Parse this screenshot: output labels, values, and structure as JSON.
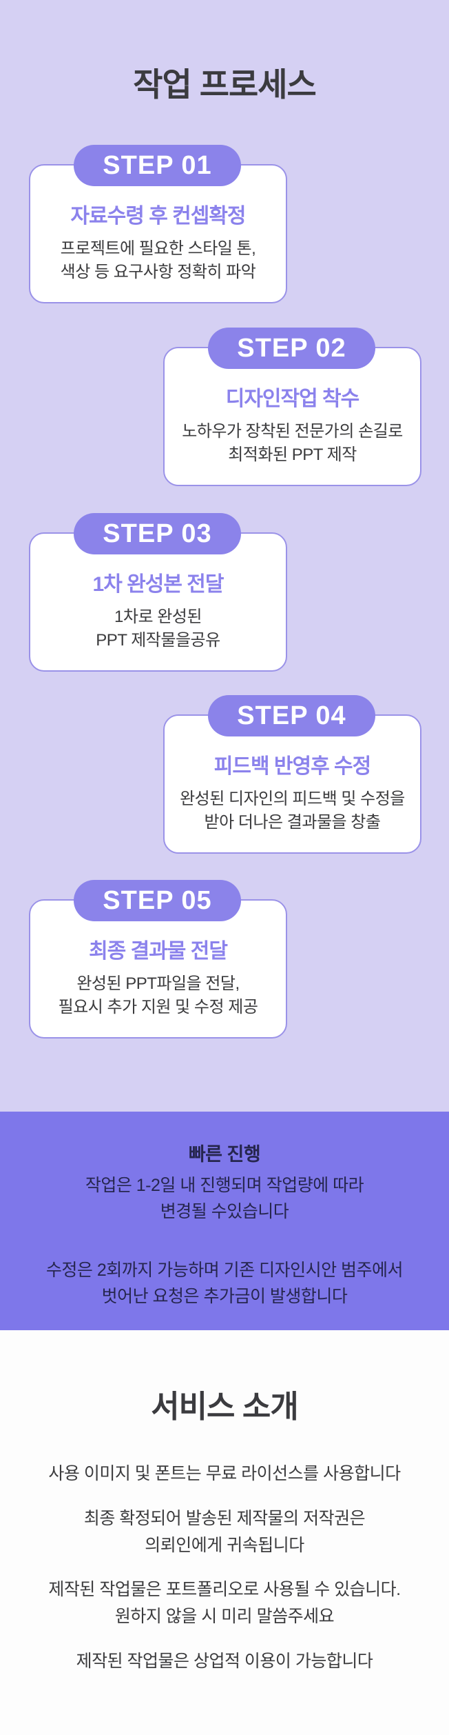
{
  "page_title": "작업 프로세스",
  "colors": {
    "background_lavender": "#D5D0F3",
    "badge_purple": "#8B83EA",
    "card_border_purple": "#9A92E8",
    "heading_purple": "#8B82EC",
    "notice_background": "#7E77EA",
    "notice_text": "#26264E",
    "dark_text": "#3B3B3D"
  },
  "steps": [
    {
      "badge": "STEP 01",
      "heading": "자료수령 후 컨셉확정",
      "body_lines": [
        "프로젝트에 필요한 스타일 톤,",
        "색상 등 요구사항 정확히 파악"
      ]
    },
    {
      "badge": "STEP 02",
      "heading": "디자인작업 착수",
      "body_lines": [
        "노하우가 장착된 전문가의 손길로",
        "최적화된 PPT 제작"
      ]
    },
    {
      "badge": "STEP 03",
      "heading": "1차 완성본 전달",
      "body_lines": [
        "1차로 완성된",
        "PPT 제작물을공유"
      ]
    },
    {
      "badge": "STEP 04",
      "heading": "피드백 반영후 수정",
      "body_lines": [
        "완성된 디자인의 피드백 및 수정을",
        "받아 더나은 결과물을 창출"
      ]
    },
    {
      "badge": "STEP 05",
      "heading": "최종 결과물 전달",
      "body_lines": [
        "완성된 PPT파일을 전달,",
        "필요시 추가 지원 및 수정 제공"
      ]
    }
  ],
  "notice": {
    "heading": "빠른 진행",
    "paragraph1_lines": [
      "작업은 1-2일 내 진행되며 작업량에 따라",
      "변경될 수있습니다"
    ],
    "paragraph2_lines": [
      "수정은 2회까지 가능하며 기존 디자인시안 범주에서",
      "벗어난 요청은 추가금이 발생합니다"
    ]
  },
  "service": {
    "title": "서비스 소개",
    "paragraph1_lines": [
      "사용 이미지 및 폰트는 무료 라이선스를 사용합니다"
    ],
    "paragraph2_lines": [
      "최종 확정되어 발송된 제작물의 저작권은",
      "의뢰인에게 귀속됩니다"
    ],
    "paragraph3_lines": [
      "제작된 작업물은 포트폴리오로 사용될 수 있습니다.",
      "원하지 않을 시 미리 말씀주세요"
    ],
    "paragraph4_lines": [
      "제작된 작업물은 상업적 이용이 가능합니다"
    ]
  }
}
